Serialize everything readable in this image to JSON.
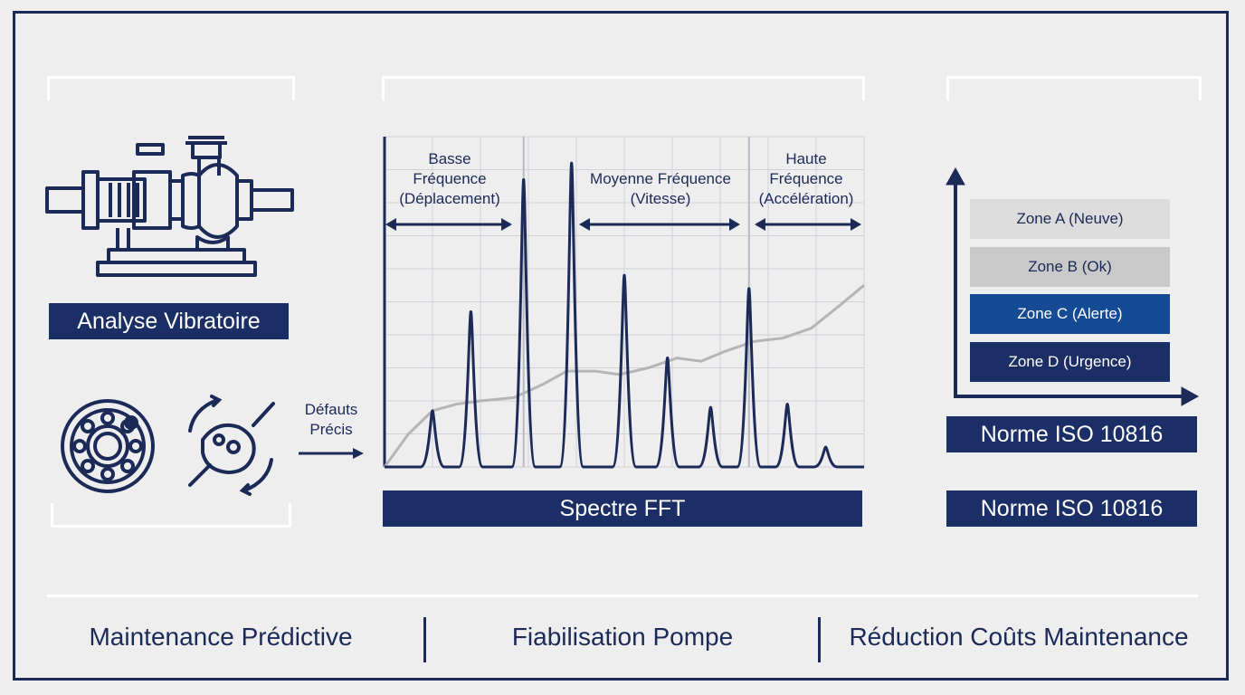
{
  "left_panel": {
    "title": "Analyse Vibratoire",
    "arrow_label_line1": "Défauts",
    "arrow_label_line2": "Précis",
    "icons": [
      "pump-motor-icon",
      "bearing-icon",
      "rotating-shaft-icon"
    ]
  },
  "center_panel": {
    "title": "Spectre FFT",
    "bands": [
      {
        "line1": "Basse",
        "line2": "Fréquence",
        "line3": "(Déplacement)"
      },
      {
        "line1": "Moyenne Fréquence",
        "line2": "(Vitesse)"
      },
      {
        "line1": "Haute",
        "line2": "Fréquence",
        "line3": "(Accélération)"
      }
    ]
  },
  "right_panel": {
    "zones": [
      {
        "label": "Zone A (Neuve)",
        "color": "#dcdcdc",
        "text_color": "#1b2a57"
      },
      {
        "label": "Zone B (Ok)",
        "color": "#c9c9c9",
        "text_color": "#1b2a57"
      },
      {
        "label": "Zone C (Alerte)",
        "color": "#154a95",
        "text_color": "#ffffff"
      },
      {
        "label": "Zone D (Urgence)",
        "color": "#1b2f66",
        "text_color": "#ffffff"
      }
    ],
    "standard_label_1": "Norme ISO 10816",
    "standard_label_2": "Norme ISO 10816"
  },
  "footer": {
    "items": [
      "Maintenance Prédictive",
      "Fiabilisation Pompe",
      "Réduction Coûts Maintenance"
    ]
  },
  "chart_data": {
    "type": "line",
    "peaks": [
      {
        "x": 0.1,
        "h": 0.17
      },
      {
        "x": 0.18,
        "h": 0.47
      },
      {
        "x": 0.29,
        "h": 0.87
      },
      {
        "x": 0.39,
        "h": 0.92
      },
      {
        "x": 0.5,
        "h": 0.58
      },
      {
        "x": 0.59,
        "h": 0.33
      },
      {
        "x": 0.68,
        "h": 0.18
      },
      {
        "x": 0.76,
        "h": 0.54
      },
      {
        "x": 0.84,
        "h": 0.19
      },
      {
        "x": 0.92,
        "h": 0.06
      }
    ],
    "trend": [
      [
        0.0,
        0.0
      ],
      [
        0.05,
        0.1
      ],
      [
        0.1,
        0.17
      ],
      [
        0.15,
        0.19
      ],
      [
        0.2,
        0.2
      ],
      [
        0.27,
        0.21
      ],
      [
        0.33,
        0.25
      ],
      [
        0.38,
        0.29
      ],
      [
        0.44,
        0.29
      ],
      [
        0.49,
        0.28
      ],
      [
        0.55,
        0.3
      ],
      [
        0.61,
        0.33
      ],
      [
        0.66,
        0.32
      ],
      [
        0.71,
        0.35
      ],
      [
        0.77,
        0.38
      ],
      [
        0.83,
        0.39
      ],
      [
        0.89,
        0.42
      ],
      [
        0.95,
        0.49
      ],
      [
        1.0,
        0.55
      ]
    ],
    "colors": {
      "spectrum": "#1b2a57",
      "trend": "#b5b5b5",
      "grid": "#cfd2d8"
    }
  }
}
